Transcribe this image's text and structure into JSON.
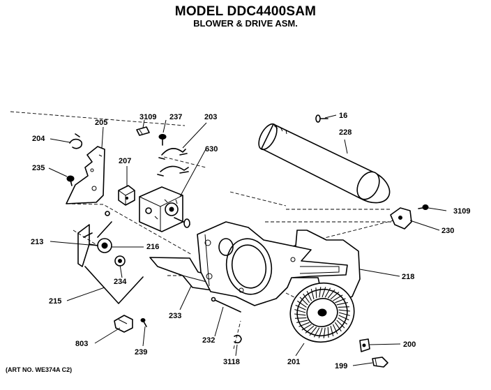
{
  "header": {
    "title": "MODEL DDC4400SAM",
    "subtitle": "BLOWER & DRIVE ASM."
  },
  "footer": {
    "art_no": "(ART NO. WE374A C2)"
  },
  "labels": {
    "l16": "16",
    "l228": "228",
    "l3109a": "3109",
    "l237": "237",
    "l203": "203",
    "l630": "630",
    "l204": "204",
    "l205": "205",
    "l207": "207",
    "l235": "235",
    "l3109b": "3109",
    "l230": "230",
    "l213": "213",
    "l216": "216",
    "l234": "234",
    "l218": "218",
    "l215": "215",
    "l233": "233",
    "l232": "232",
    "l803": "803",
    "l239": "239",
    "l3118": "3118",
    "l201": "201",
    "l200": "200",
    "l199": "199"
  }
}
